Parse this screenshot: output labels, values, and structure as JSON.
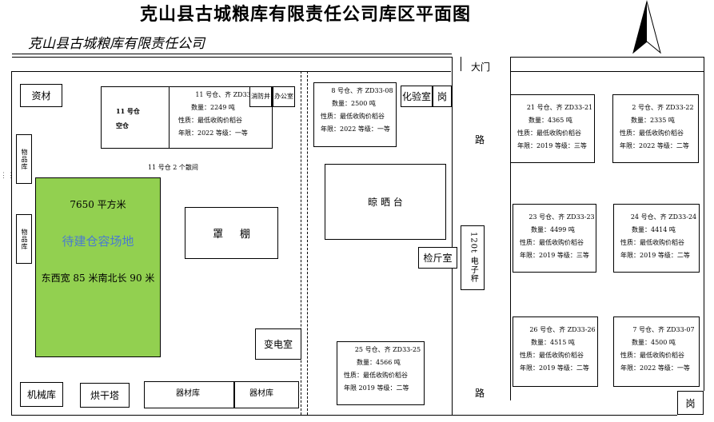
{
  "title": "克山县古城粮库有限责任公司库区平面图",
  "subtitle": "克山县古城粮库有限责任公司",
  "labels": {
    "ziliao": "资材",
    "wupinku1": "物品库",
    "wupinku2": "物品库",
    "dachao_area": "7650 平方米",
    "dachao_name": "待建仓容场地",
    "dachao_size": "东西宽 85 米南北长 90 米",
    "kongpeng": "罩     棚",
    "aisle_11": "11 号仓 2 个散间",
    "warehouse11_name_1": "11 号仓",
    "warehouse11_name_2": "空仓",
    "xiaofangjing": "消防井",
    "bangongshi": "办公室",
    "huayanshi": "化验室",
    "gang1": "岗",
    "gang2": "岗",
    "damen": "大门",
    "lu1": "路",
    "lu2": "路",
    "liangshaitai": "晾 晒 台",
    "jiantingshi": "检斤室",
    "dianzicheng": "120t 电子秤",
    "biandianshi": "变电室",
    "jixieku": "机械库",
    "honggan": "烘干塔",
    "qicaiku1": "器材库",
    "qicaiku2": "器材库"
  },
  "warehouses": {
    "w11": {
      "r1": "11 号仓、齐 ZD33-11",
      "r2": "数量：2249 吨",
      "r3": "性质：最低收购价稻谷",
      "r4": "年限：2022 等级：一等"
    },
    "w8": {
      "r1": "8 号仓、齐 ZD33-08",
      "r2": "数量：2500 吨",
      "r3": "性质：最低收购价稻谷",
      "r4": "年限：2022 等级：一等"
    },
    "w25": {
      "r1": "25 号仓、齐 ZD33-25",
      "r2": "数量：4566 吨",
      "r3": "性质：最低收购价稻谷",
      "r4": "年限 2019   等级：二等"
    },
    "w21": {
      "r1": "21 号仓、齐 ZD33-21",
      "r2": "数量：4365 吨",
      "r3": "性质：最低收购价稻谷",
      "r4": "年限：2019 等级：三等"
    },
    "w2": {
      "r1": "2 号仓、齐 ZD33-22",
      "r2": "数量：2335 吨",
      "r3": "性质：最低收购价稻谷",
      "r4": "年限：2022 等级：二等"
    },
    "w23": {
      "r1": "23 号仓、齐 ZD33-23",
      "r2": "数量：4499 吨",
      "r3": "性质：最低收购价稻谷",
      "r4": "年限：2019 等级：三等"
    },
    "w24": {
      "r1": "24 号仓、齐 ZD33-24",
      "r2": "数量：4414 吨",
      "r3": "性质：最低收购价稻谷",
      "r4": "年限：2019 等级：二等"
    },
    "w26": {
      "r1": "26 号仓、齐 ZD33-26",
      "r2": "数量：4515 吨",
      "r3": "性质：最低收购价稻谷",
      "r4": "年限：2019 等级：二等"
    },
    "w7": {
      "r1": "7 号仓、齐 ZD33-07",
      "r2": "数量：4500 吨",
      "r3": "性质：最低收购价稻谷",
      "r4": "年限：2022 等级：一等"
    }
  },
  "colors": {
    "green_area": "#92d050",
    "green_text": "#4a7bd0"
  }
}
